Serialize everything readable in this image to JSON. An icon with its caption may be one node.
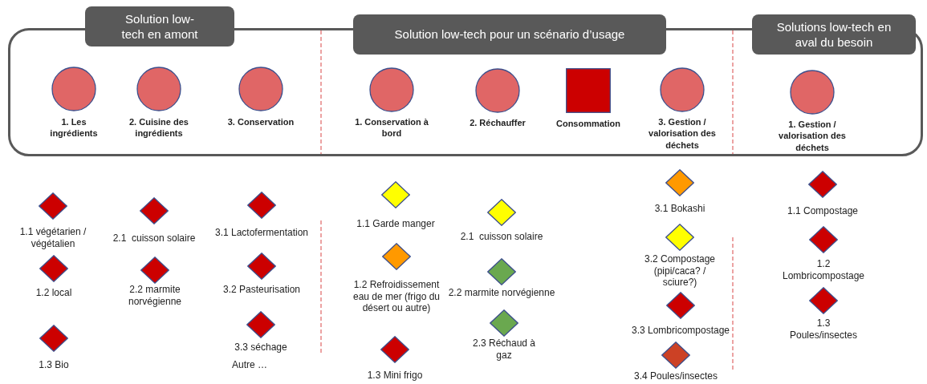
{
  "diagram": {
    "nodes": [
      {
        "text": [],
        "shape": "box"
      },
      {
        "text": [
          "Solution low-tech en amont"
        ]
      },
      {
        "text": [
          "Solution low-tech pour un scénario d’usage"
        ]
      },
      {
        "text": [
          "Solutions low-tech en aval du besoin"
        ]
      },
      {
        "text": [
          "1. Les ingrédients"
        ],
        "in": 0
      },
      {
        "text": [
          "2. Cuisine des ingrédients"
        ],
        "in": 0
      },
      {
        "text": [
          "3. Conservation"
        ],
        "in": 0
      },
      {
        "text": [
          "1. Conservation à bord"
        ],
        "in": 0
      },
      {
        "text": [
          "2. Réchauffer"
        ],
        "in": 0
      },
      {
        "text": [
          "Consommation"
        ],
        "in": 0
      },
      {
        "text": [
          "3. Gestion / valorisation des déchets"
        ],
        "in": 0
      },
      {
        "text": [
          "1. Gestion / valorisation des déchets"
        ],
        "in": 0
      },
      {
        "text": [
          "1.1 végétarien / végétalien"
        ]
      },
      {
        "text": [
          "1.2 local"
        ]
      },
      {
        "text": [
          "1.3 Bio"
        ]
      },
      {
        "text": [
          "2.1  cuisson solaire"
        ]
      },
      {
        "text": [
          "2.2 marmite norvégienne"
        ]
      },
      {
        "text": [
          "3.1 Lactofermentation"
        ]
      },
      {
        "text": [
          "3.2 Pasteurisation"
        ]
      },
      {
        "text": [
          "3.3 séchage"
        ]
      },
      {
        "text": [
          "1.1 Garde manger"
        ]
      },
      {
        "text": [
          "1.2 Refroidissement eau de mer (frigo du désert ou autre)"
        ]
      },
      {
        "text": [
          "1.3 Mini frigo"
        ]
      },
      {
        "text": [
          "2.1  cuisson solaire"
        ]
      },
      {
        "text": [
          "2.2 marmite norvégienne"
        ]
      },
      {
        "text": [
          "2.3 Réchaud à gaz"
        ]
      },
      {
        "text": [
          "3.1 Bokashi"
        ]
      },
      {
        "text": [
          "3.2 Compostage (pipi/caca? / sciure?)"
        ]
      },
      {
        "text": [
          "3.3 Lombricompostage"
        ]
      },
      {
        "text": [
          "3.4 Poules/insectes"
        ]
      },
      {
        "text": [
          "1.1 Compostage"
        ]
      },
      {
        "text": [
          "1.2 Lombricompostage"
        ]
      },
      {
        "text": [
          "1.3 Poules/insectes"
        ]
      }
    ],
    "labels": [
      "Autre …"
    ]
  }
}
